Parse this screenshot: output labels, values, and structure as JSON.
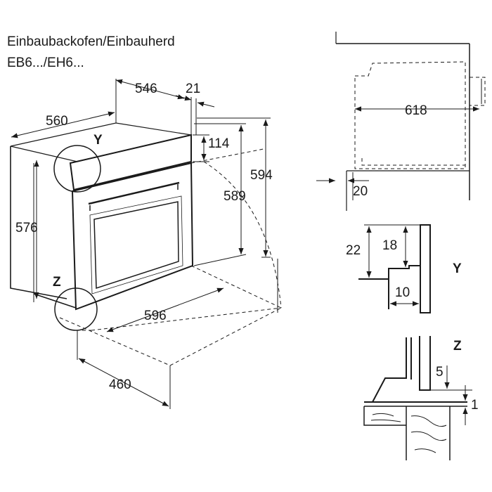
{
  "title": {
    "line1": "Einbaubackofen/Einbauherd",
    "line2": "EB6.../EH6..."
  },
  "main_view": {
    "dim_546": "546",
    "dim_21": "21",
    "dim_560": "560",
    "dim_114": "114",
    "dim_594": "594",
    "dim_589": "589",
    "dim_576": "576",
    "dim_596": "596",
    "dim_460": "460",
    "label_y": "Y",
    "label_z": "Z"
  },
  "side_view": {
    "dim_618": "618",
    "dim_20": "20"
  },
  "detail_y": {
    "label": "Y",
    "dim_22": "22",
    "dim_18": "18",
    "dim_10": "10"
  },
  "detail_z": {
    "label": "Z",
    "dim_5": "5",
    "dim_1": "1"
  }
}
